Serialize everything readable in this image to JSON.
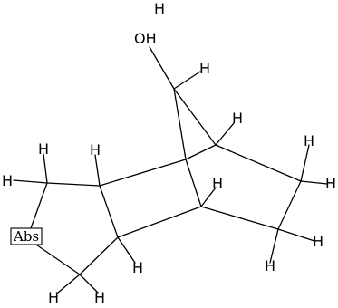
{
  "molecule": {
    "labels": {
      "hydroxyl": "OH",
      "abs_badge": "Abs",
      "hydrogen": "H"
    }
  },
  "colors": {
    "bond": "#000000",
    "text": "#000000",
    "background": "#ffffff"
  }
}
